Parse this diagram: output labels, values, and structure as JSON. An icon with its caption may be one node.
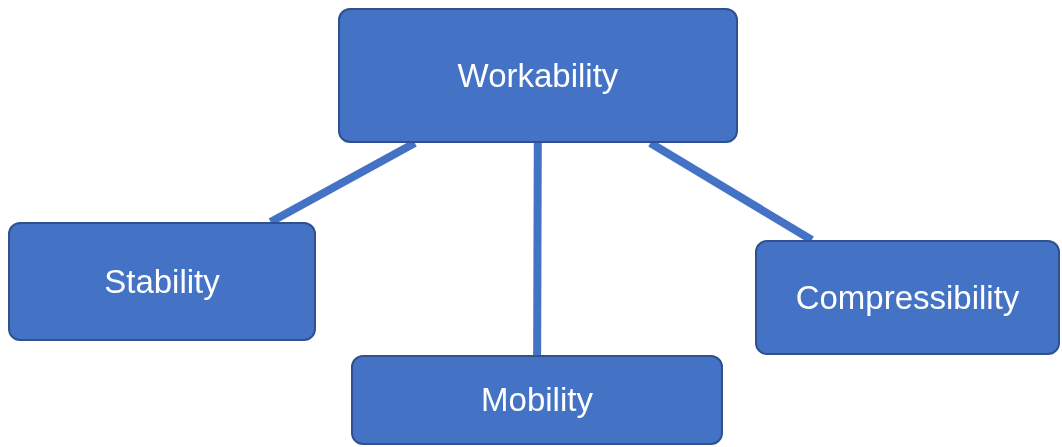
{
  "diagram": {
    "nodes": [
      {
        "text": [
          "Workability"
        ]
      },
      {
        "text": [
          "Stability"
        ]
      },
      {
        "text": [
          "Mobility"
        ]
      },
      {
        "text": [
          "Compressibility"
        ]
      }
    ],
    "edges": [
      {
        "from": 0,
        "to": 1,
        "arrow": "none"
      },
      {
        "from": 0,
        "to": 2,
        "arrow": "none"
      },
      {
        "from": 0,
        "to": 3,
        "arrow": "none"
      }
    ]
  }
}
